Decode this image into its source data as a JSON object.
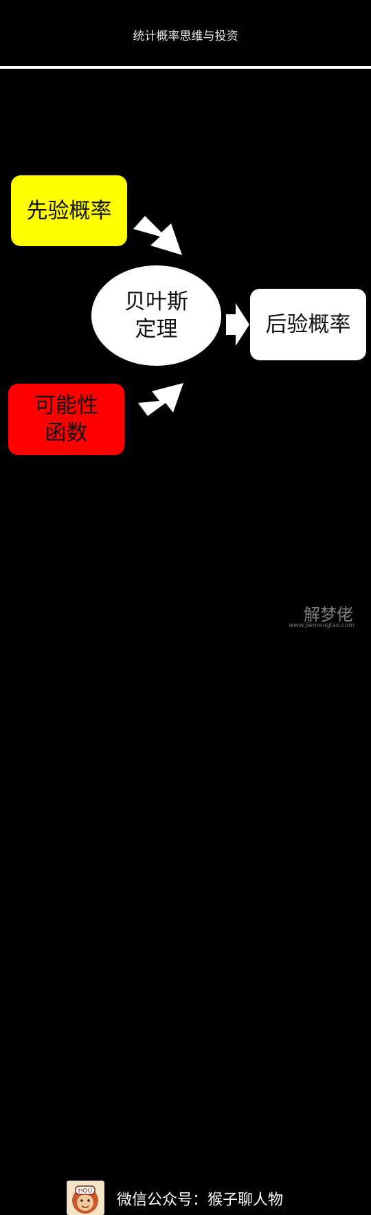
{
  "header": {
    "title": "统计概率思维与投资"
  },
  "diagram": {
    "prior": {
      "lines": [
        "先验概率"
      ],
      "color": "#ffff00"
    },
    "likelihood": {
      "lines": [
        "可能性",
        "函数"
      ],
      "color": "#ff0000"
    },
    "theorem": {
      "lines": [
        "贝叶斯",
        "定理"
      ],
      "color": "#ffffff"
    },
    "posterior": {
      "lines": [
        "后验概率"
      ],
      "color": "#ffffff"
    },
    "arrow_color": "#ffffff"
  },
  "footer": {
    "text": "微信公众号：猴子聊人物",
    "logo_text": "HOU"
  },
  "watermark": {
    "name": "解梦佬",
    "url": "www.jiemenglao.com"
  }
}
